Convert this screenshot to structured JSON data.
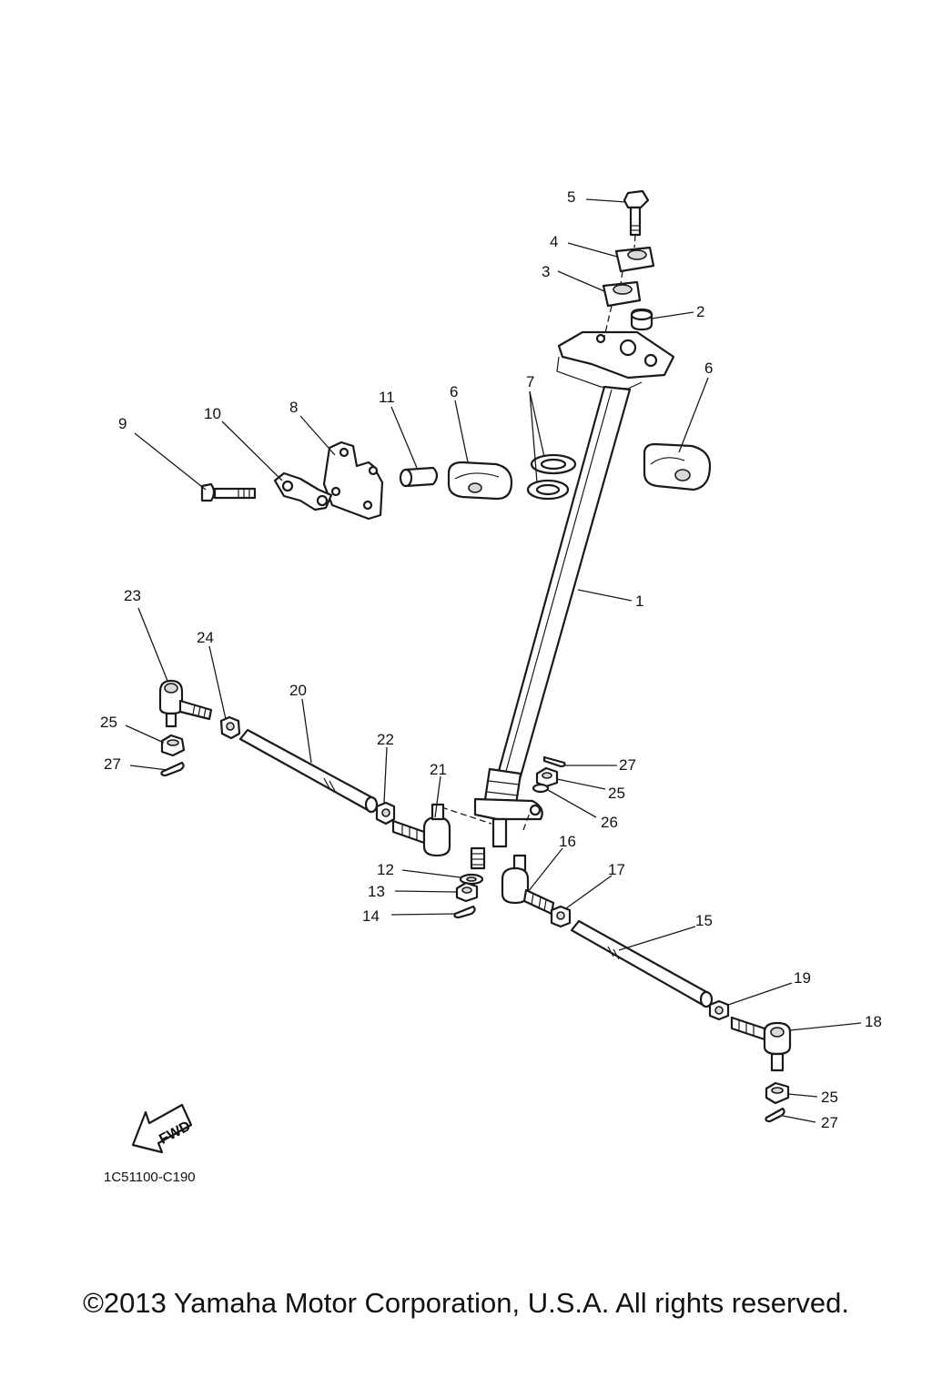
{
  "diagram": {
    "figure_code": "1C51100-C190",
    "direction_label": "FWD",
    "copyright": "©2013 Yamaha Motor Corporation, U.S.A. All rights reserved.",
    "callouts": [
      "5",
      "4",
      "3",
      "2",
      "6",
      "7",
      "6",
      "11",
      "8",
      "10",
      "9",
      "1",
      "23",
      "24",
      "20",
      "25",
      "27",
      "22",
      "21",
      "27",
      "25",
      "26",
      "12",
      "13",
      "14",
      "16",
      "17",
      "15",
      "19",
      "18",
      "25",
      "27"
    ]
  }
}
